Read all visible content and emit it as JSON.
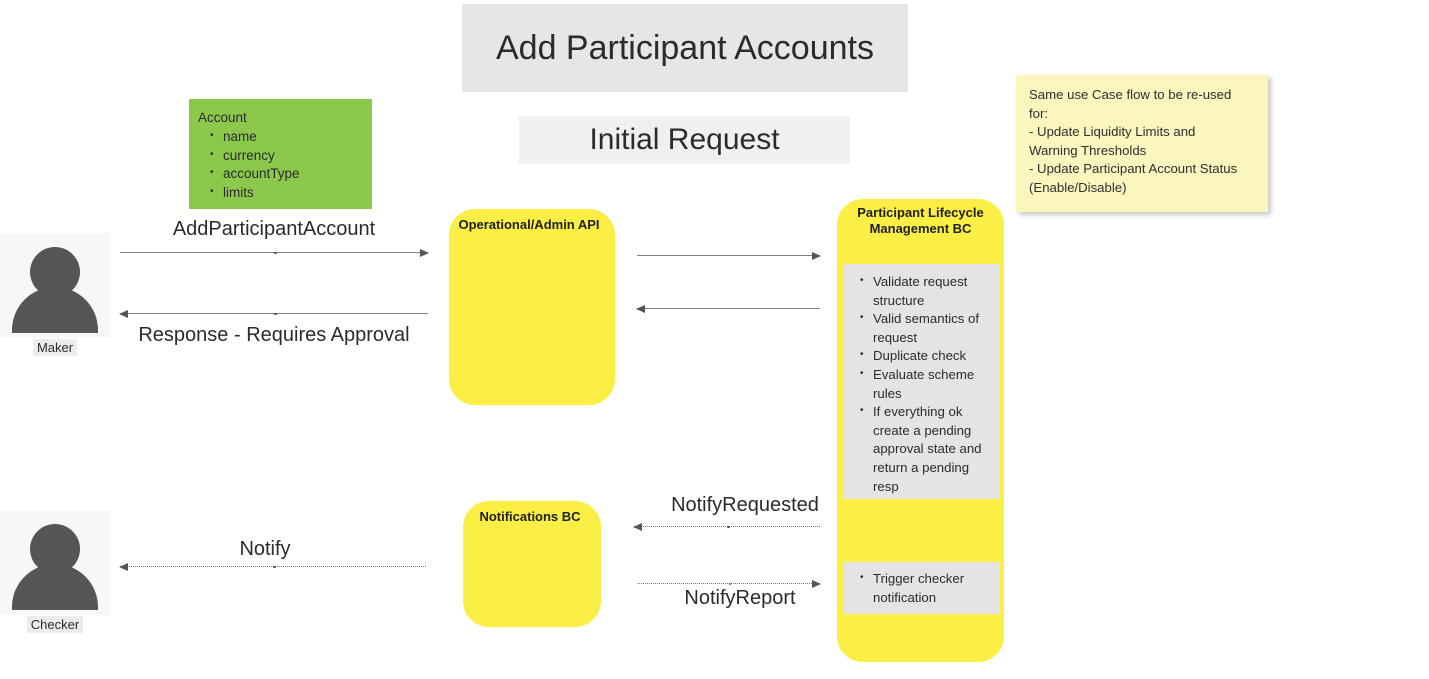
{
  "diagram": {
    "title": "Add Participant Accounts",
    "subtitle": "Initial Request"
  },
  "account_box": {
    "header": "Account",
    "fields": [
      "name",
      "currency",
      "accountType",
      "limits"
    ],
    "color": "#8cc84b"
  },
  "sticky_note": {
    "lines": [
      "Same use Case flow to be re-used",
      "for:",
      "- Update Liquidity Limits and",
      "Warning Thresholds",
      "- Update Participant Account Status",
      "(Enable/Disable)"
    ],
    "color": "#fbf5be"
  },
  "actors": [
    {
      "name": "Maker",
      "icon": "person-icon"
    },
    {
      "name": "Checker",
      "icon": "person-icon"
    }
  ],
  "services": [
    {
      "id": "api",
      "title": "Operational/Admin API",
      "color": "#fbee44"
    },
    {
      "id": "notifications",
      "title": "Notifications BC",
      "color": "#fbee44"
    },
    {
      "id": "plm",
      "title": "Participant Lifecycle Management BC",
      "title_line1": "Participant Lifecycle",
      "title_line2": "Management BC",
      "color": "#fbee44"
    }
  ],
  "plm_notes": {
    "panel_1": [
      "Validate request structure",
      "Valid semantics of request",
      "Duplicate check",
      "Evaluate scheme rules",
      "If everything ok create a pending approval state and return a pending resp"
    ],
    "panel_2": [
      "Trigger checker notification"
    ],
    "panel_color": "#e4e4e4"
  },
  "flows": [
    {
      "id": "add-participant-account",
      "label": "AddParticipantAccount",
      "direction": "right",
      "style": "solid",
      "from": "Maker",
      "to": "Operational/Admin API"
    },
    {
      "id": "response-requires-approval",
      "label": "Response - Requires Approval",
      "direction": "left",
      "style": "solid",
      "from": "Operational/Admin API",
      "to": "Maker"
    },
    {
      "id": "api-to-plm",
      "label": "",
      "direction": "right",
      "style": "solid",
      "from": "Operational/Admin API",
      "to": "Participant Lifecycle Management BC"
    },
    {
      "id": "plm-to-api",
      "label": "",
      "direction": "left",
      "style": "solid",
      "from": "Participant Lifecycle Management BC",
      "to": "Operational/Admin API"
    },
    {
      "id": "notify-requested",
      "label": "NotifyRequested",
      "direction": "left",
      "style": "dotted",
      "from": "Participant Lifecycle Management BC",
      "to": "Notifications BC"
    },
    {
      "id": "notify-report",
      "label": "NotifyReport",
      "direction": "right",
      "style": "dotted",
      "from": "Notifications BC",
      "to": "Participant Lifecycle Management BC"
    },
    {
      "id": "notify",
      "label": "Notify",
      "direction": "left",
      "style": "dotted",
      "from": "Notifications BC",
      "to": "Checker"
    }
  ]
}
